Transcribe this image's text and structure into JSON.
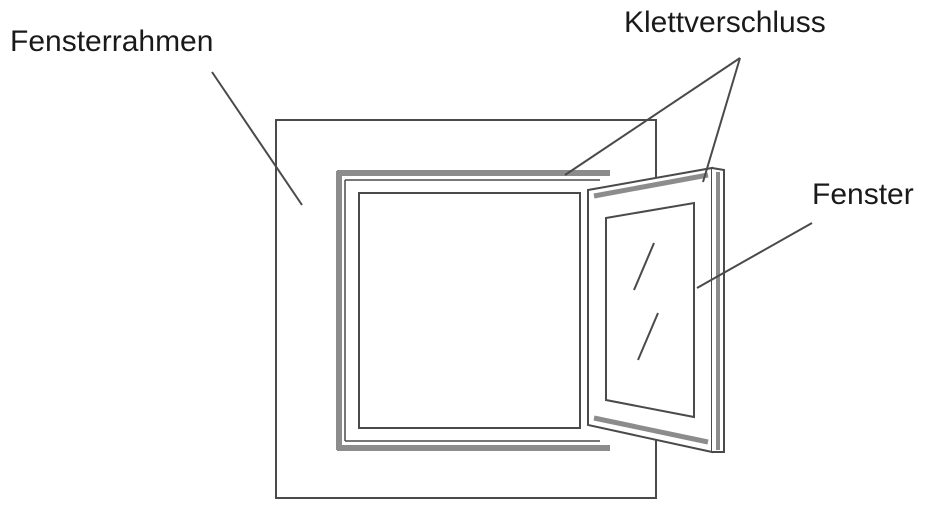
{
  "labels": {
    "window_frame": "Fensterrahmen",
    "velcro": "Klettverschluss",
    "window": "Fenster"
  },
  "colors": {
    "line": "#4a4a4a",
    "velcro_strip": "#8c8c8c",
    "background": "#ffffff"
  }
}
